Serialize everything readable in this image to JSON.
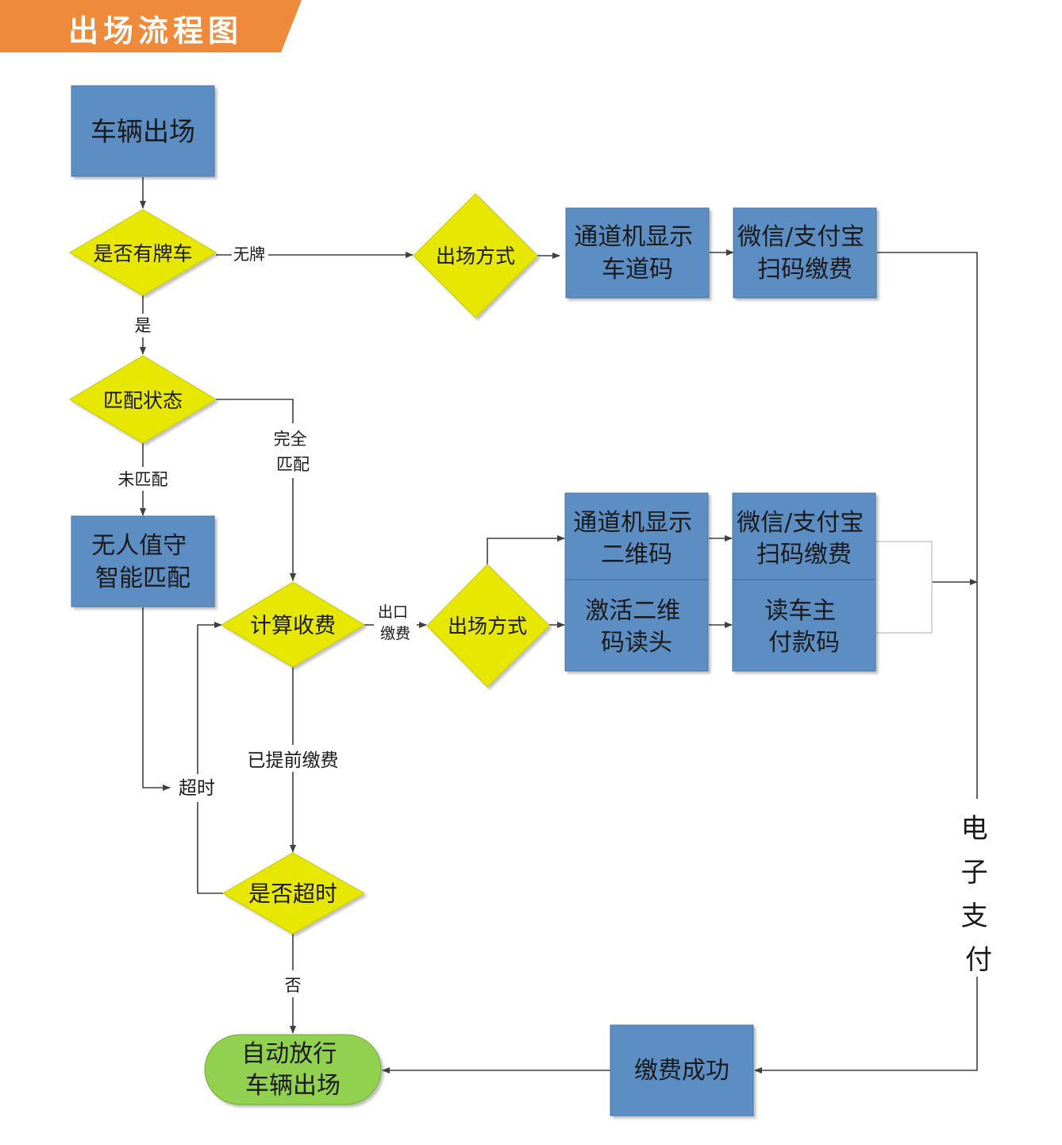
{
  "title": "出场流程图",
  "colors": {
    "banner": "#EE8A3A",
    "process_fill": "#5B8EC4",
    "process_stroke": "#4A76A8",
    "decision_fill": "#E7E700",
    "decision_stroke": "#C9C900",
    "terminal_fill": "#92D050",
    "terminal_stroke": "#6EAA35",
    "line": "#404040",
    "text": "#1A1A1A"
  },
  "nodes": {
    "vehicle_exit": [
      "车辆出场"
    ],
    "has_plate": [
      "是否有牌车"
    ],
    "exit_mode_top": [
      "出场方式"
    ],
    "show_lane_code": [
      "通道机显示",
      "车道码"
    ],
    "scan_pay_top": [
      "微信/支付宝",
      "扫码缴费"
    ],
    "match_status": [
      "匹配状态"
    ],
    "unattended_match": [
      "无人值守",
      "智能匹配"
    ],
    "calc_fee": [
      "计算收费"
    ],
    "exit_mode_mid": [
      "出场方式"
    ],
    "show_qr": [
      "通道机显示",
      "二维码"
    ],
    "scan_pay_mid": [
      "微信/支付宝",
      "扫码缴费"
    ],
    "activate_reader": [
      "激活二维",
      "码读头"
    ],
    "read_owner_code": [
      "读车主",
      "付款码"
    ],
    "timeout_check": [
      "是否超时"
    ],
    "auto_release": [
      "自动放行",
      "车辆出场"
    ],
    "pay_success": [
      "缴费成功"
    ]
  },
  "edge_labels": {
    "no_plate": "无牌",
    "yes": "是",
    "fully_matched": [
      "完全",
      "匹配"
    ],
    "unmatched": "未匹配",
    "exit_pay": [
      "出口",
      "缴费"
    ],
    "prepaid": "已提前缴费",
    "timeout": "超时",
    "no": "否",
    "e_pay": [
      "电",
      "子",
      "支",
      "付"
    ]
  }
}
